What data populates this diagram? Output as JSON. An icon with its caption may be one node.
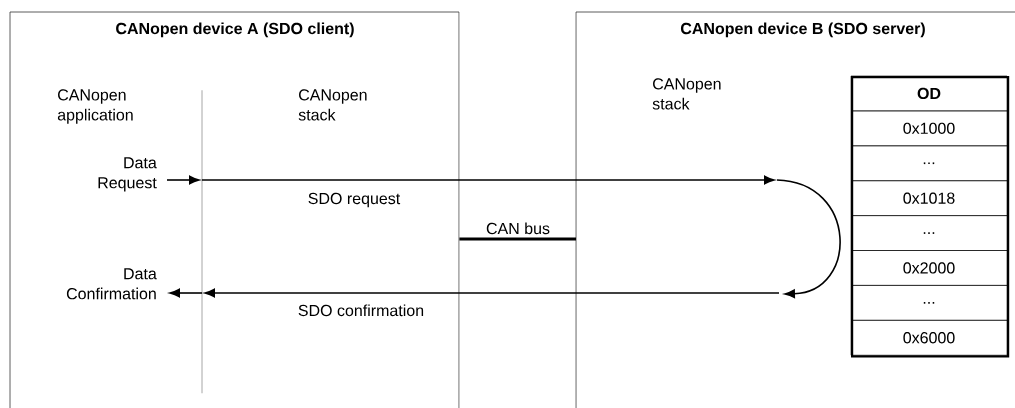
{
  "diagram": {
    "nodes": [
      {
        "text": [
          "CANopen device A (SDO client)"
        ]
      },
      {
        "text": [
          "CANopen device B (SDO server)"
        ]
      },
      {
        "text": [
          "Data Request"
        ],
        "in": 0
      },
      {
        "text": [
          "Data Confirmation"
        ],
        "in": 0
      },
      {
        "text": [],
        "shape": "bar",
        "in": 0
      },
      {
        "text": [
          "OD",
          "0x1000",
          "...",
          "0x1018",
          "...",
          "0x2000",
          "...",
          "0x6000"
        ],
        "in": 1
      }
    ],
    "edges": [
      {
        "from": 2,
        "to": 4,
        "arrow": "to"
      },
      {
        "from": 4,
        "to": null,
        "arrow": "to",
        "label": "SDO request"
      },
      {
        "from": null,
        "to": 4,
        "arrow": "to",
        "label": "SDO confirmation"
      },
      {
        "from": 4,
        "to": 3,
        "arrow": "to"
      },
      {
        "from": 0,
        "to": 1,
        "arrow": "none",
        "style": "thick",
        "label": "CAN bus"
      }
    ],
    "labels": [
      "CANopen application",
      "CANopen stack",
      "CANopen stack"
    ]
  }
}
